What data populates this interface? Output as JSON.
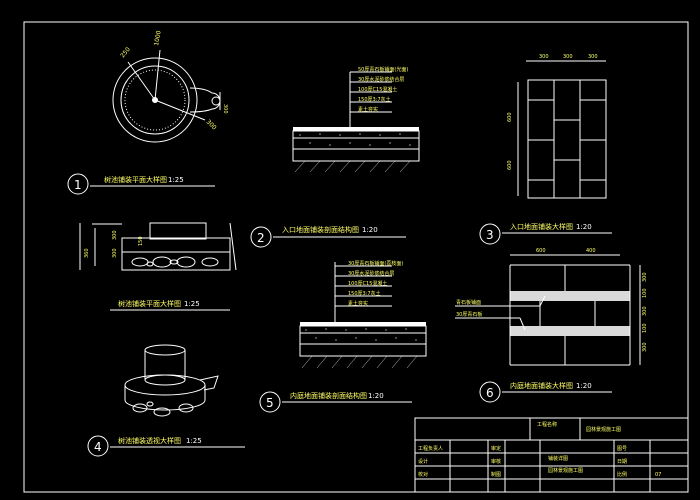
{
  "colors": {
    "background": "#000000",
    "line": "#ffffff",
    "label": "#ffff66",
    "frame": "#ffffff"
  },
  "detail1": {
    "number": "1",
    "title": "树池铺装平面大样图",
    "scale": "1:25"
  },
  "detail2": {
    "number": "2",
    "title": "入口地面铺装剖面结构图",
    "scale": "1:20"
  },
  "detail3": {
    "number": "3",
    "title": "入口地面铺装大样图",
    "scale": "1:20"
  },
  "detail4": {
    "number": "4",
    "title": "树池铺装透视大样图",
    "scale": "1:25"
  },
  "detail5": {
    "number": "5",
    "title": "内庭地面铺装剖面结构图",
    "scale": "1:20"
  },
  "detail6": {
    "number": "6",
    "title": "内庭地面铺装大样图",
    "scale": "1:20"
  },
  "elevation_title": {
    "title": "树池铺装平面大样图",
    "scale": "1:25"
  },
  "layers2": [
    "50厚青石板铺面(光面)",
    "30厚水泥砂浆结合层",
    "100厚C15混凝土",
    "150厚3:7灰土",
    "素土夯实"
  ],
  "layers5": [
    "30厚青石板铺面(荔枝面)",
    "30厚水泥砂浆结合层",
    "100厚C15混凝土",
    "150厚3:7灰土",
    "素土夯实"
  ],
  "dims3": {
    "top": [
      "300",
      "300",
      "300"
    ],
    "side": [
      "600",
      "600"
    ]
  },
  "dims6": {
    "top": [
      "600",
      "400"
    ],
    "side": [
      "300",
      "100",
      "300",
      "100",
      "300"
    ]
  },
  "dims1": {
    "d1": "250",
    "d2": "1000",
    "d3": "300"
  },
  "dims_elev": {
    "h1": "300",
    "h2": "300",
    "h3": "360",
    "w1": "150"
  },
  "labels6": [
    "青石板铺面",
    "30厚青石板"
  ],
  "titleblock": {
    "company": "工程名称",
    "project": "园林景观施工图",
    "drawing_name": "铺装详图",
    "r1": "工程负责人",
    "r2": "设计",
    "r3": "校对",
    "c1": "审定",
    "c2": "审核",
    "c3": "制图",
    "d1": "图号",
    "d2": "日期",
    "d3": "比例",
    "sheet": "07"
  }
}
